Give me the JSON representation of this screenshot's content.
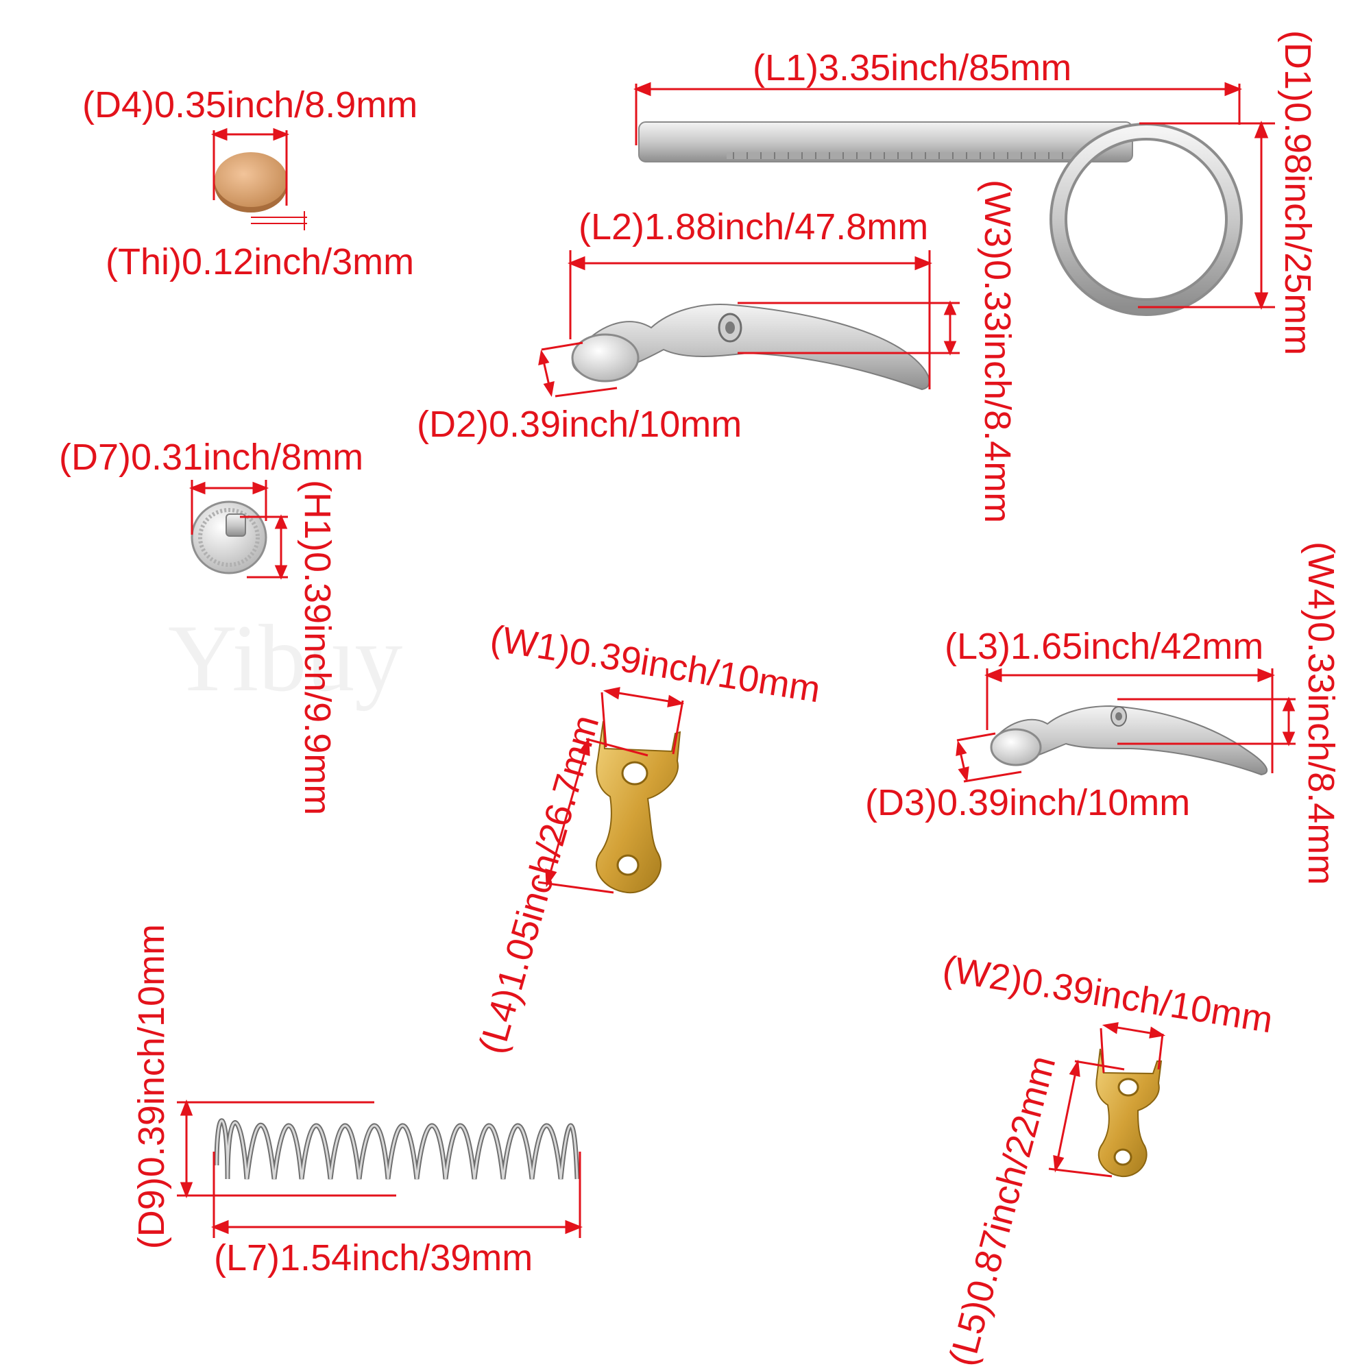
{
  "watermark": "Yibuy",
  "labels": {
    "D4": "(D4)0.35inch/8.9mm",
    "Thi": "(Thi)0.12inch/3mm",
    "L1": "(L1)3.35inch/85mm",
    "D1": "(D1)0.98inch/25mm",
    "L2": "(L2)1.88inch/47.8mm",
    "W3": "(W3)0.33inch/8.4mm",
    "D2": "(D2)0.39inch/10mm",
    "D7": "(D7)0.31inch/8mm",
    "H1": "(H1)0.39inch/9.9mm",
    "W1": "(W1)0.39inch/10mm",
    "L4": "(L4)1.05inch/26.7mm",
    "L3": "(L3)1.65inch/42mm",
    "W4": "(W4)0.33inch/8.4mm",
    "D3": "(D3)0.39inch/10mm",
    "W2": "(W2)0.39inch/10mm",
    "L5": "(L5)0.87inch/22mm",
    "D9": "(D9)0.39inch/10mm",
    "L7": "(L7)1.54inch/39mm"
  },
  "colors": {
    "annotation": "#e3121b",
    "nickel": "#d9d9d9",
    "brass": "#d9a63b",
    "copper_pad": "#dba878"
  }
}
